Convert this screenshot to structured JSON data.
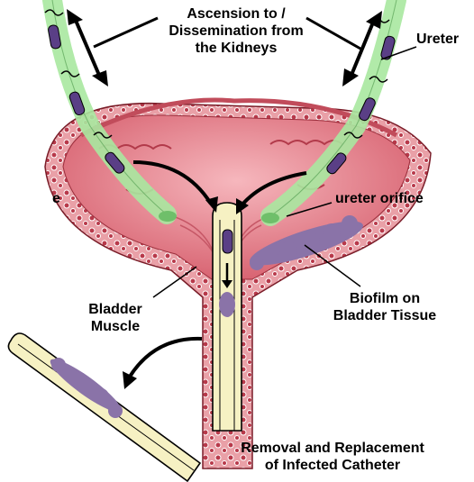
{
  "labels": {
    "ascension_line1": "Ascension to /",
    "ascension_line2": "Dissemination from",
    "ascension_line3": "the Kidneys",
    "ureter": "Ureter",
    "ureter_orifice": "ureter orifice",
    "partial_left": "e",
    "bladder_muscle_line1": "Bladder",
    "bladder_muscle_line2": "Muscle",
    "biofilm_line1": "Biofilm on",
    "biofilm_line2": "Bladder Tissue",
    "removal_line1": "Removal and Replacement",
    "removal_line2": "of Infected Catheter"
  },
  "colors": {
    "bladder_wall": "#d7707b",
    "bladder_inner": "#e58a93",
    "bladder_dark": "#b23a4a",
    "ureter_green": "#a8e8a0",
    "catheter_fill": "#f6f1c3",
    "biofilm": "#8a73a8",
    "bacteria": "#5a3f86"
  }
}
